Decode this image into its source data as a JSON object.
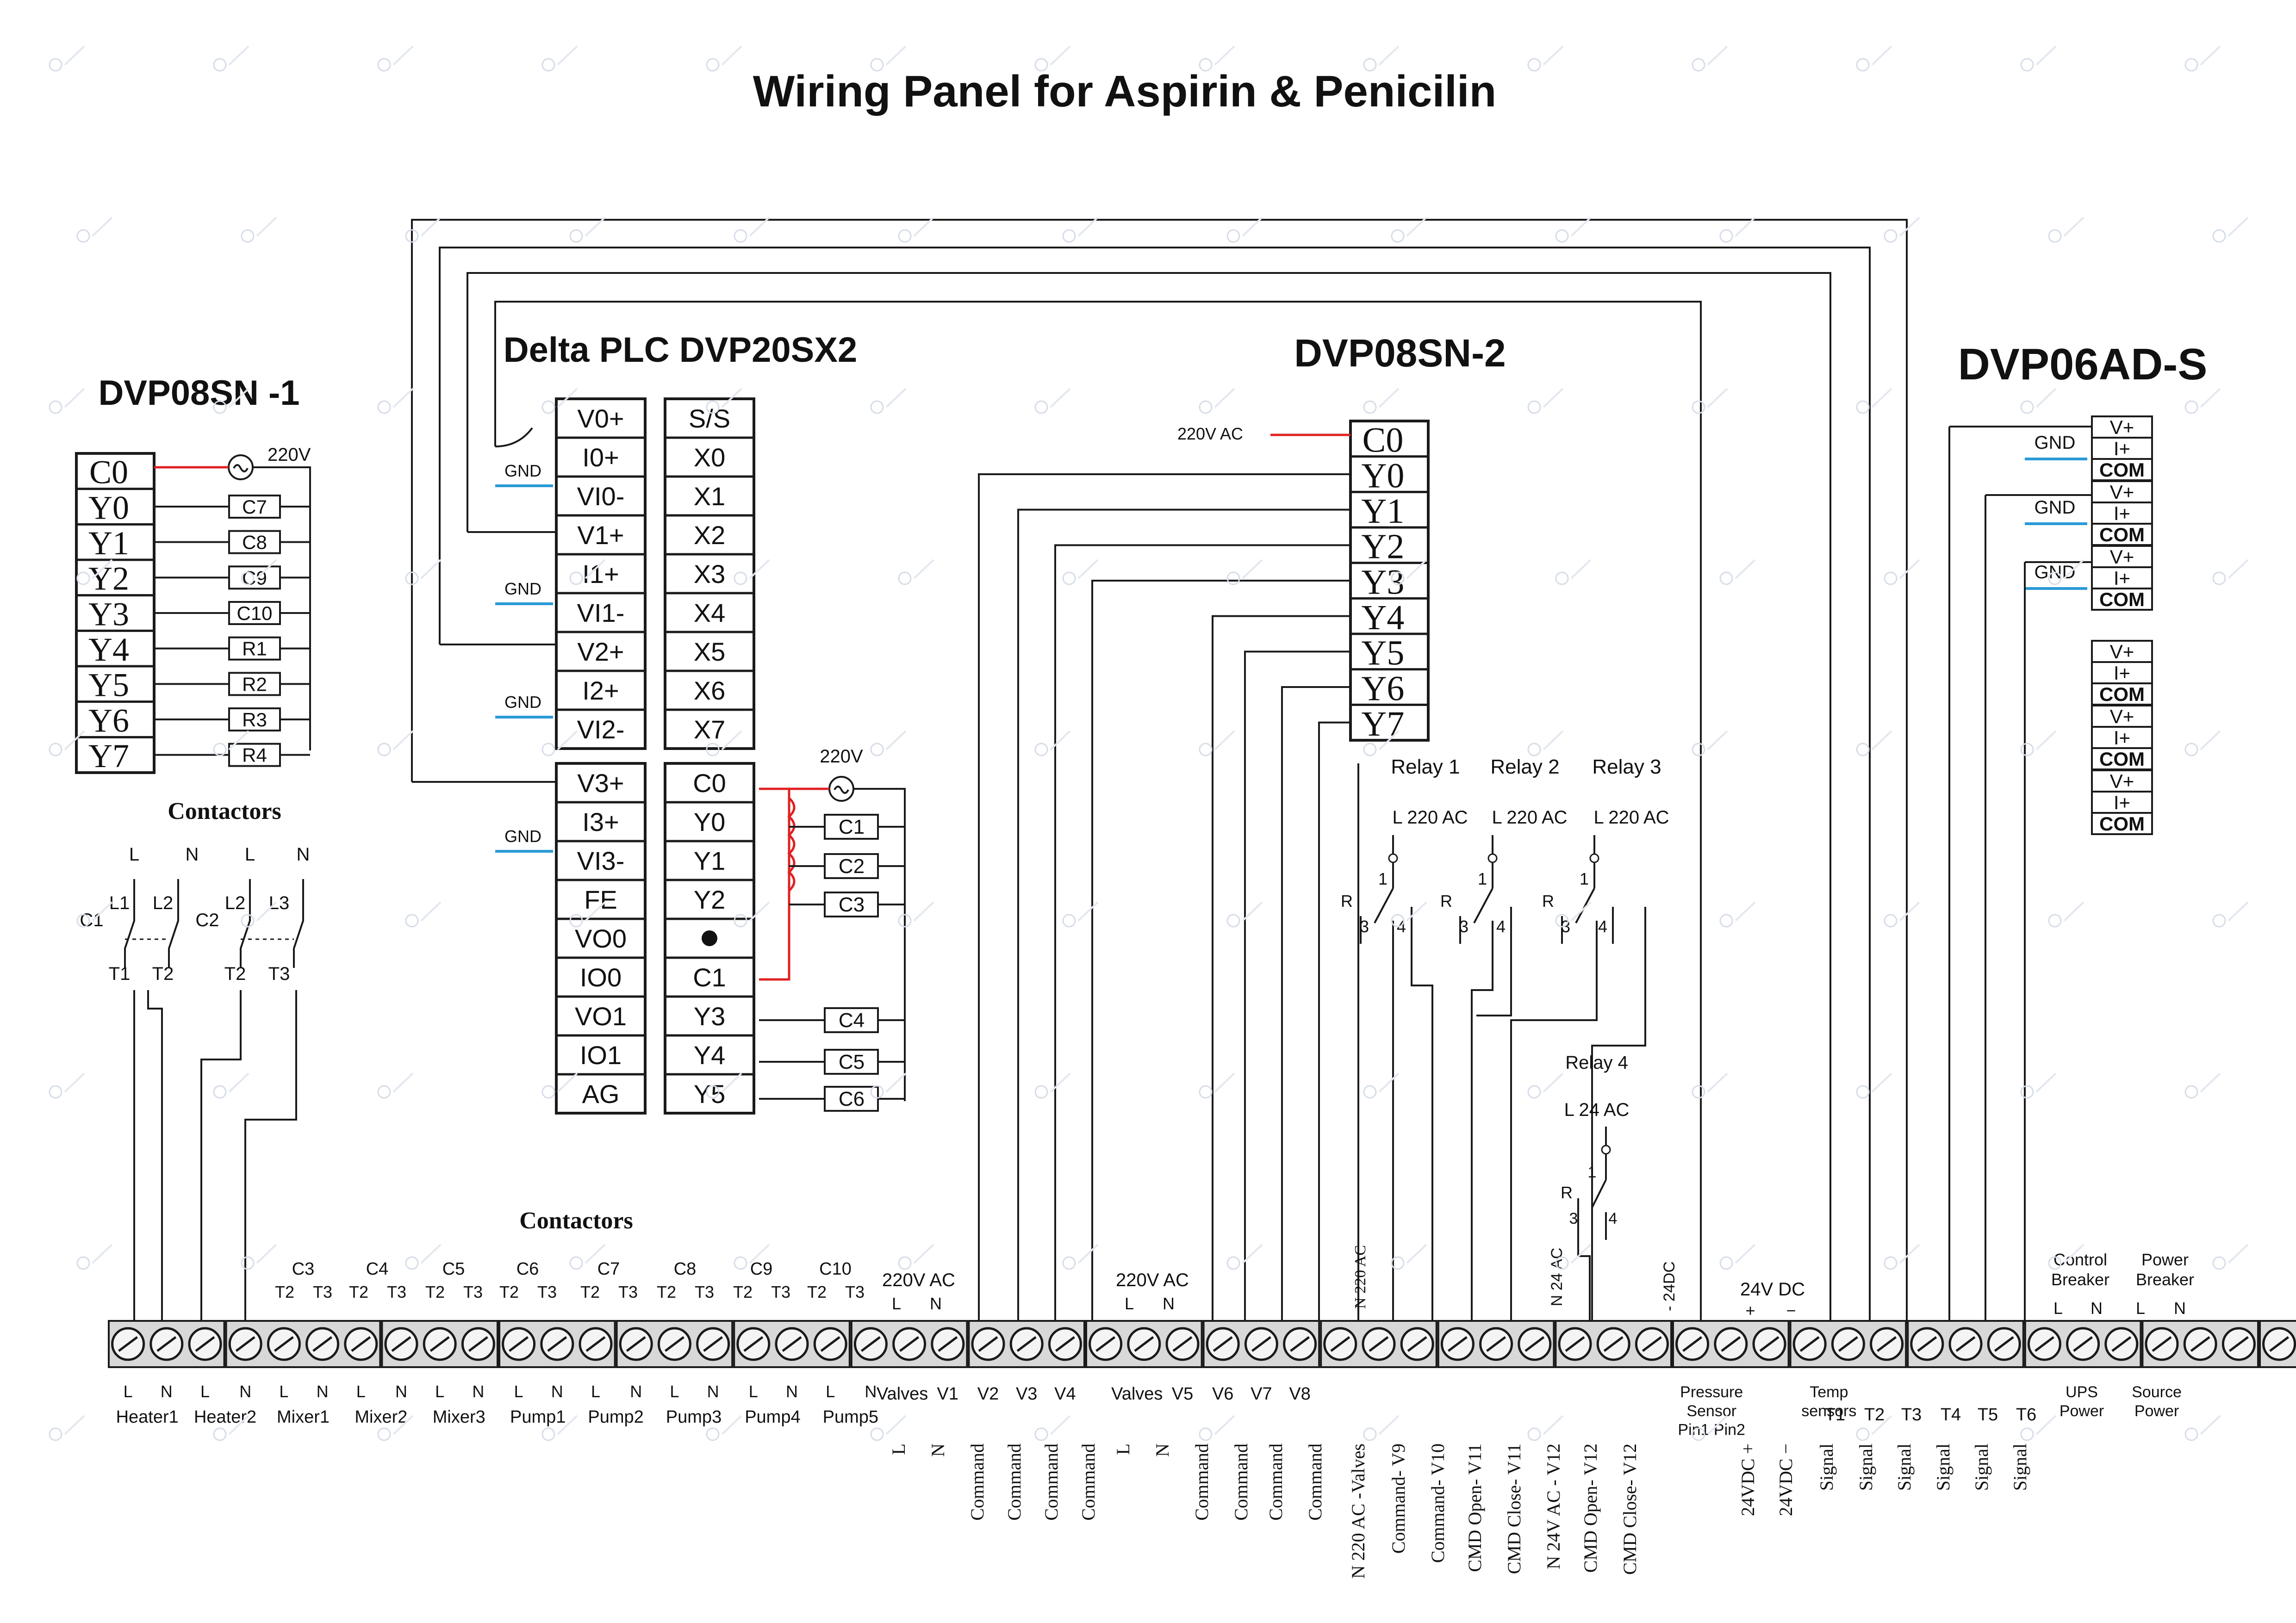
{
  "title": "Wiring Panel for Aspirin & Penicilin",
  "dvp08sn1": {
    "label": "DVP08SN -1",
    "terminals": [
      "C0",
      "Y0",
      "Y1",
      "Y2",
      "Y3",
      "Y4",
      "Y5",
      "Y6",
      "Y7"
    ],
    "supply": "220V",
    "loads": [
      "C7",
      "C8",
      "C9",
      "C10",
      "R1",
      "R2",
      "R3",
      "R4"
    ]
  },
  "contactors_left": {
    "label": "Contactors",
    "top": [
      "L",
      "N",
      "L",
      "N"
    ],
    "lines": [
      "L1",
      "L2",
      "L2",
      "L3"
    ],
    "names": [
      "C1",
      "C2"
    ],
    "outs": [
      "T1",
      "T2",
      "T2",
      "T3"
    ]
  },
  "plc": {
    "label": "Delta PLC DVP20SX2",
    "analog_top": [
      "V0+",
      "I0+",
      "VI0-",
      "V1+",
      "I1+",
      "VI1-",
      "V2+",
      "I2+",
      "VI2-"
    ],
    "digital_in": [
      "S/S",
      "X0",
      "X1",
      "X2",
      "X3",
      "X4",
      "X5",
      "X6",
      "X7"
    ],
    "analog_bottom": [
      "V3+",
      "I3+",
      "VI3-",
      "FE",
      "VO0",
      "IO0",
      "VO1",
      "IO1",
      "AG"
    ],
    "digital_out": [
      "C0",
      "Y0",
      "Y1",
      "Y2",
      "•",
      "C1",
      "Y3",
      "Y4",
      "Y5"
    ],
    "supply": "220V",
    "loads": [
      "C1",
      "C2",
      "C3",
      "C4",
      "C5",
      "C6"
    ],
    "gnd": "GND"
  },
  "dvp08sn2": {
    "label": "DVP08SN-2",
    "supply": "220V AC",
    "terminals": [
      "C0",
      "Y0",
      "Y1",
      "Y2",
      "Y3",
      "Y4",
      "Y5",
      "Y6",
      "Y7"
    ]
  },
  "relays": [
    {
      "name": "Relay 1",
      "supply": "L  220 AC",
      "pin1": "1",
      "pinR": "R",
      "pin3": "3",
      "pin4": "4"
    },
    {
      "name": "Relay 2",
      "supply": "L  220 AC",
      "pin1": "1",
      "pinR": "R",
      "pin3": "3",
      "pin4": "4"
    },
    {
      "name": "Relay 3",
      "supply": "L  220 AC",
      "pin1": "1",
      "pinR": "R",
      "pin3": "3",
      "pin4": "4"
    },
    {
      "name": "Relay 4",
      "supply": "L  24 AC",
      "pin1": "1",
      "pinR": "R",
      "pin3": "3",
      "pin4": "4"
    }
  ],
  "dvp06ad": {
    "label": "DVP06AD-S",
    "gnd": "GND",
    "channel": [
      "V+",
      "I+",
      "COM"
    ]
  },
  "contactors_bottom": {
    "label": "Contactors",
    "groups": [
      {
        "name": "C3",
        "pins": [
          "T2",
          "T3"
        ]
      },
      {
        "name": "C4",
        "pins": [
          "T2",
          "T3"
        ]
      },
      {
        "name": "C5",
        "pins": [
          "T2",
          "T3"
        ]
      },
      {
        "name": "C6",
        "pins": [
          "T2",
          "T3"
        ]
      },
      {
        "name": "C7",
        "pins": [
          "T2",
          "T3"
        ]
      },
      {
        "name": "C8",
        "pins": [
          "T2",
          "T3"
        ]
      },
      {
        "name": "C9",
        "pins": [
          "T2",
          "T3"
        ]
      },
      {
        "name": "C10",
        "pins": [
          "T2",
          "T3"
        ]
      }
    ]
  },
  "terminal_strip": {
    "top_labels": {
      "valves_ac": "220V AC",
      "valves_ln": [
        "L",
        "N"
      ],
      "v5_ac": "220V AC",
      "v5_ln": [
        "L",
        "N"
      ],
      "n220": "N 220 AC",
      "n24": "N 24 AC",
      "dc24": "- 24DC",
      "supply24": "24V  DC",
      "pm": [
        "+",
        "−"
      ],
      "control_breaker": "Control\nBreaker",
      "power_breaker": "Power\nBreaker",
      "breaker_ln": [
        "L",
        "N"
      ]
    },
    "bottom_small": [
      "L",
      "N",
      "L",
      "N",
      "L",
      "N",
      "L",
      "N",
      "L",
      "N",
      "L",
      "N",
      "L",
      "N",
      "L",
      "N",
      "L",
      "N",
      "L",
      "N"
    ],
    "bottom_names": [
      "Heater1",
      "Heater2",
      "Mixer1",
      "Mixer2",
      "Mixer3",
      "Pump1",
      "Pump2",
      "Pump3",
      "Pump4",
      "Pump5"
    ],
    "valve_labels": [
      "Valves",
      "V1",
      "V2",
      "V3",
      "V4",
      "Valves",
      "V5",
      "V6",
      "V7",
      "V8"
    ],
    "sensor_labels": [
      "Pressure\nSensor\nPin1 Pin2",
      "Temp\nsensors"
    ],
    "signal_labels": [
      "T1",
      "T2",
      "T3",
      "T4",
      "T5",
      "T6"
    ],
    "ups": "UPS\nPower",
    "source": "Source\nPower",
    "vertical": [
      "L",
      "N",
      "Command",
      "Command",
      "Command",
      "Command",
      "L",
      "N",
      "Command",
      "Command",
      "Command",
      "Command",
      "N 220 AC -Valves",
      "Command- V9",
      "Command- V10",
      "CMD Open- V11",
      "CMD Close- V11",
      "N 24V AC - V12",
      "CMD Open- V12",
      "CMD Close- V12",
      "24VDC +",
      "24VDC −",
      "Signal",
      "Signal",
      "Signal",
      "Signal",
      "Signal",
      "Signal"
    ]
  }
}
